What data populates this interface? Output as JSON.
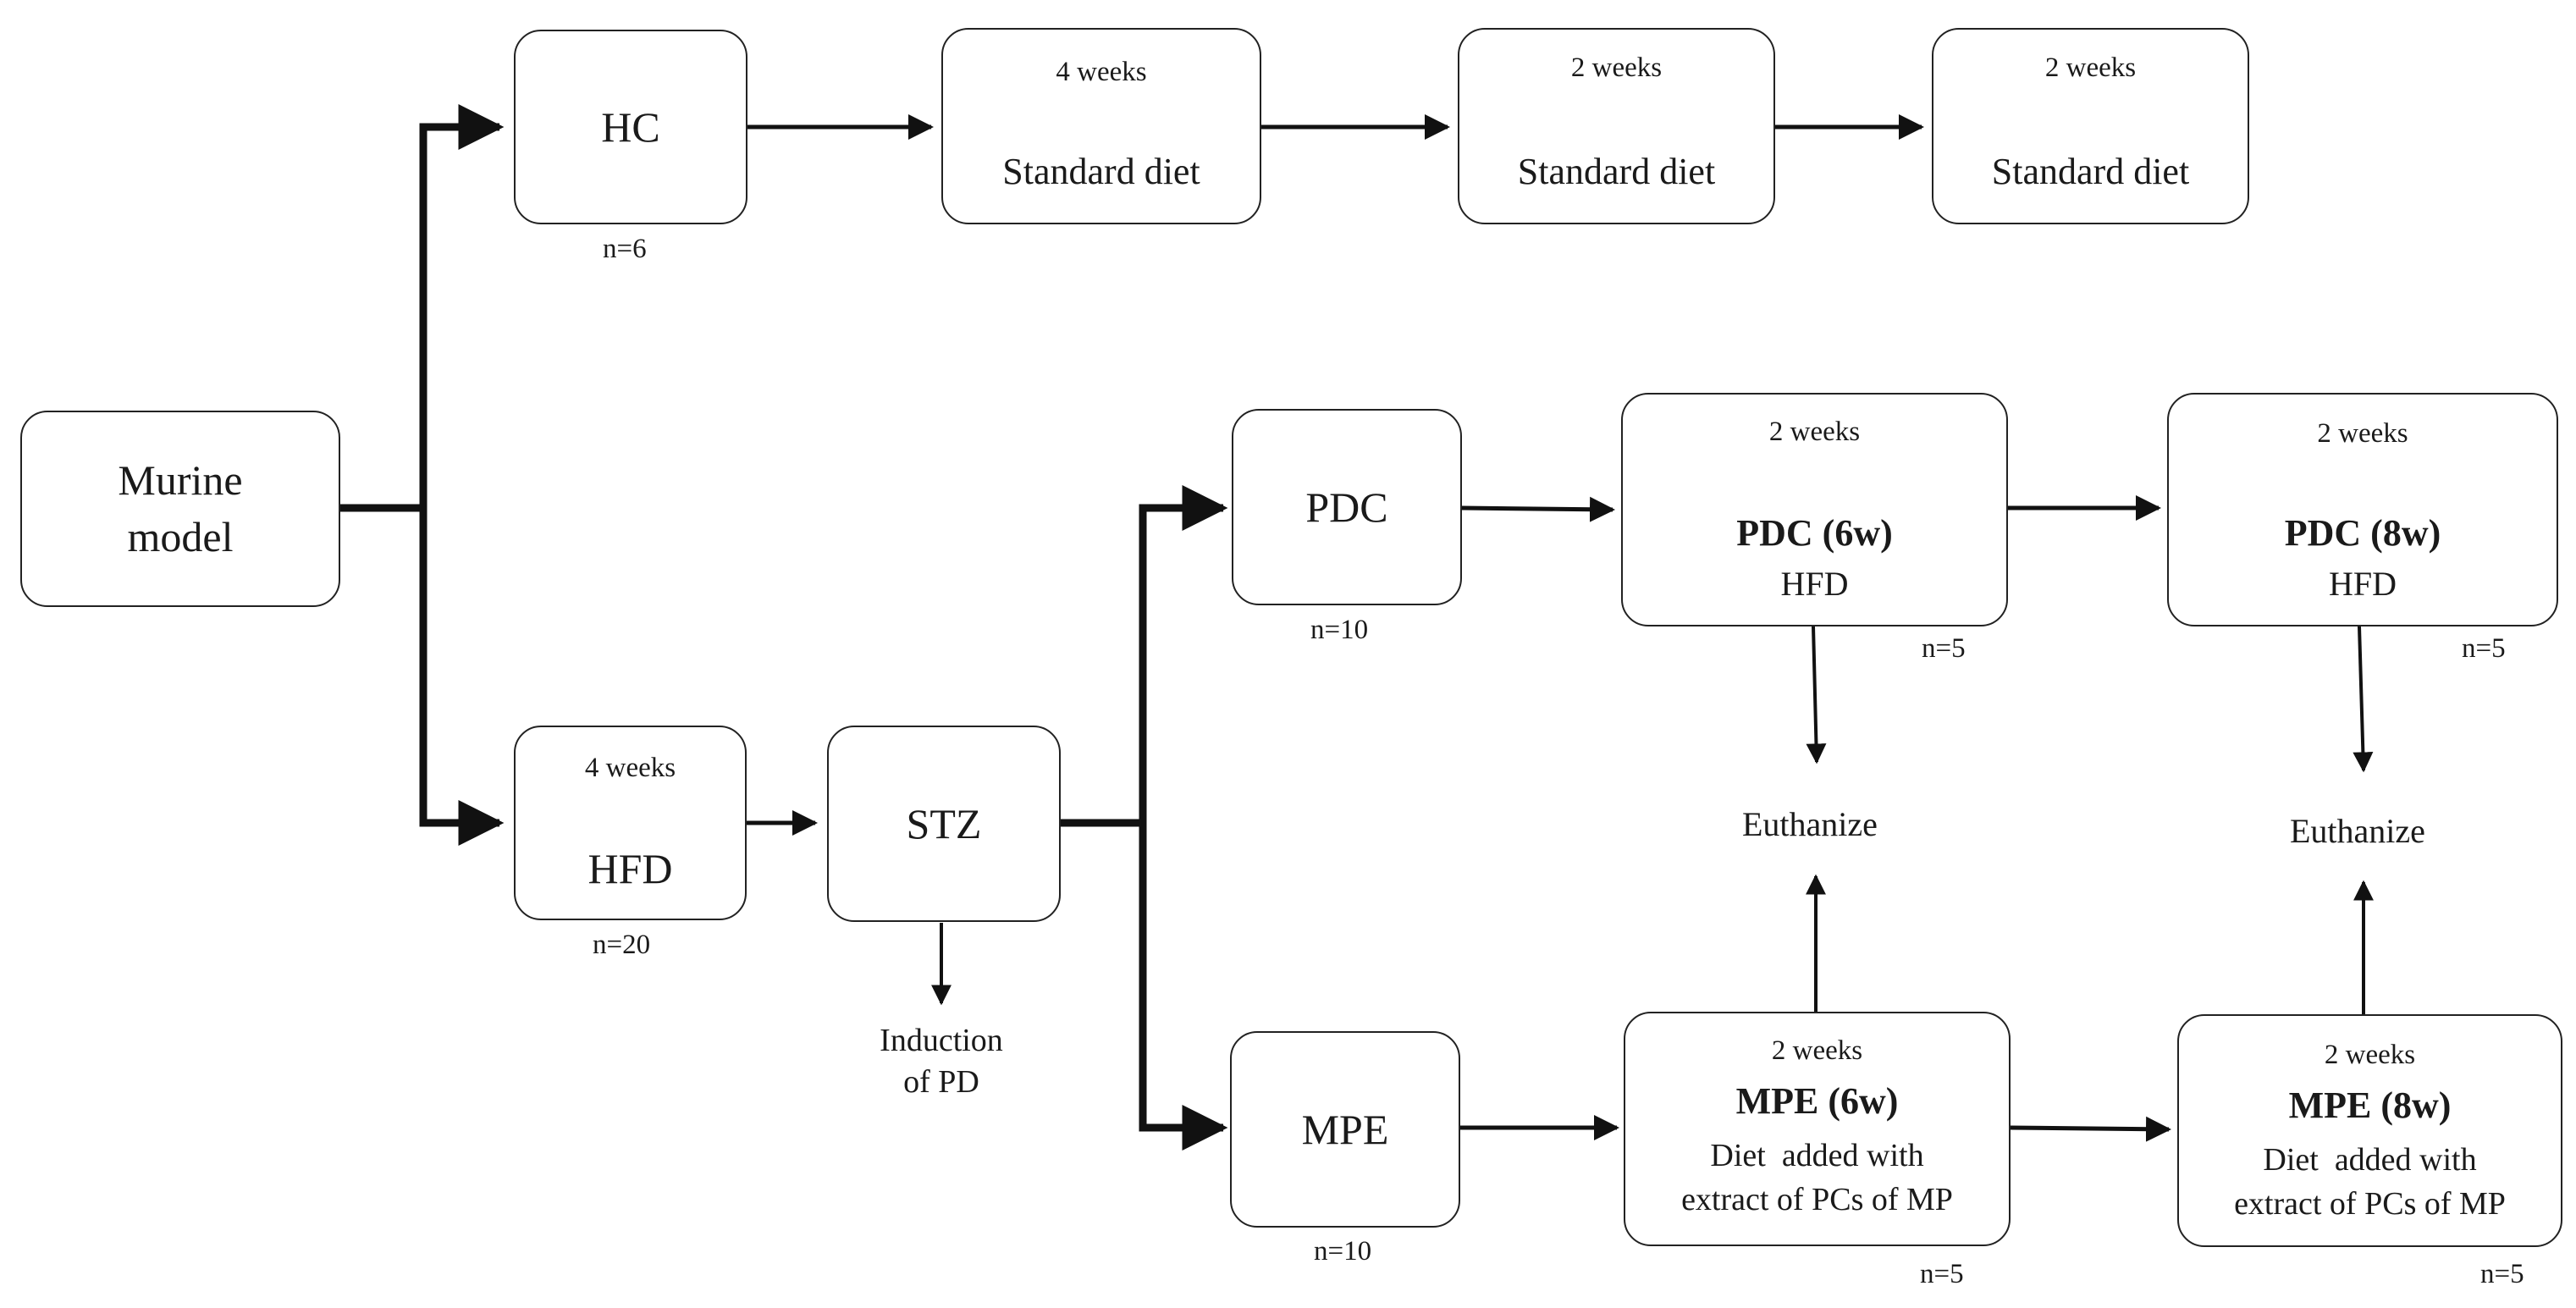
{
  "nodes": {
    "murine": {
      "line1": "Murine",
      "line2": "model"
    },
    "hc": {
      "label": "HC",
      "n": "n=6"
    },
    "hc_step1": {
      "duration": "4 weeks",
      "label": "Standard diet"
    },
    "hc_step2": {
      "duration": "2 weeks",
      "label": "Standard diet"
    },
    "hc_step3": {
      "duration": "2 weeks",
      "label": "Standard diet"
    },
    "hfd": {
      "duration": "4 weeks",
      "label": "HFD",
      "n": "n=20"
    },
    "stz": {
      "label": "STZ",
      "note_line1": "Induction",
      "note_line2": "of PD"
    },
    "pdc": {
      "label": "PDC",
      "n": "n=10"
    },
    "pdc6": {
      "duration": "2 weeks",
      "title": "PDC (6w)",
      "diet": "HFD",
      "n": "n=5"
    },
    "pdc8": {
      "duration": "2 weeks",
      "title": "PDC (8w)",
      "diet": "HFD",
      "n": "n=5"
    },
    "mpe": {
      "label": "MPE",
      "n": "n=10"
    },
    "mpe6": {
      "duration": "2 weeks",
      "title": "MPE (6w)",
      "diet_line1": "Diet  added with",
      "diet_line2": "extract of PCs of MP",
      "n": "n=5"
    },
    "mpe8": {
      "duration": "2 weeks",
      "title": "MPE (8w)",
      "diet_line1": "Diet  added with",
      "diet_line2": "extract of PCs of MP",
      "n": "n=5"
    },
    "euthanize_1": "Euthanize",
    "euthanize_2": "Euthanize"
  }
}
